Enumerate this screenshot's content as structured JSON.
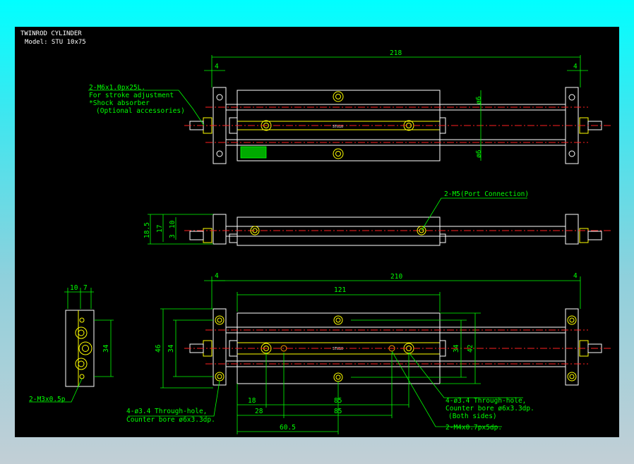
{
  "title": {
    "line1": "TWINROD CYLINDER",
    "line2": "Model: STU 10x75"
  },
  "top_view": {
    "dim_overall": "218",
    "dim_left_end": "4",
    "dim_right_end": "4",
    "dim_upper_dia": "ø6",
    "dim_lower_dia": "ø6",
    "body_marking": "STU10",
    "callout_lines": [
      "2-M6x1.0px25L.",
      "For stroke adjustment",
      "*Shock absorber",
      "(Optional accessories)"
    ]
  },
  "side_view": {
    "dim_height_outer": "18.5",
    "dim_height_mid": "17",
    "dim_small_a": "3",
    "dim_small_b": "10",
    "port_callout": "2-M5(Port Connection)"
  },
  "bottom_view": {
    "dim_overall": "210",
    "dim_left_end": "4",
    "dim_right_end": "4",
    "dim_body": "121",
    "dim_height_outer": "46",
    "dim_height_inner": "34",
    "dim_right_34": "34",
    "dim_right_42": "42",
    "dim_18": "18",
    "dim_85a": "85",
    "dim_28": "28",
    "dim_85b": "85",
    "dim_60_5": "60.5",
    "body_marking": "STU10",
    "callout_left": [
      "4-ø3.4 Through-hole,",
      "Counter bore ø6x3.3dp."
    ],
    "callout_right": [
      "4-ø3.4 Through-hole,",
      "Counter bore ø6x3.3dp.",
      "(Both sides)"
    ],
    "callout_m4": "2-M4x0.7px5dp."
  },
  "end_view": {
    "dim_10": "10",
    "dim_7": "7",
    "dim_34": "34",
    "callout_m3": "2-M3x0.5p"
  },
  "colors": {
    "outline": "#ffffff",
    "hidden": "#ffff00",
    "dimension": "#00ff00",
    "centerline": "#ff2020",
    "background": "#000000"
  }
}
